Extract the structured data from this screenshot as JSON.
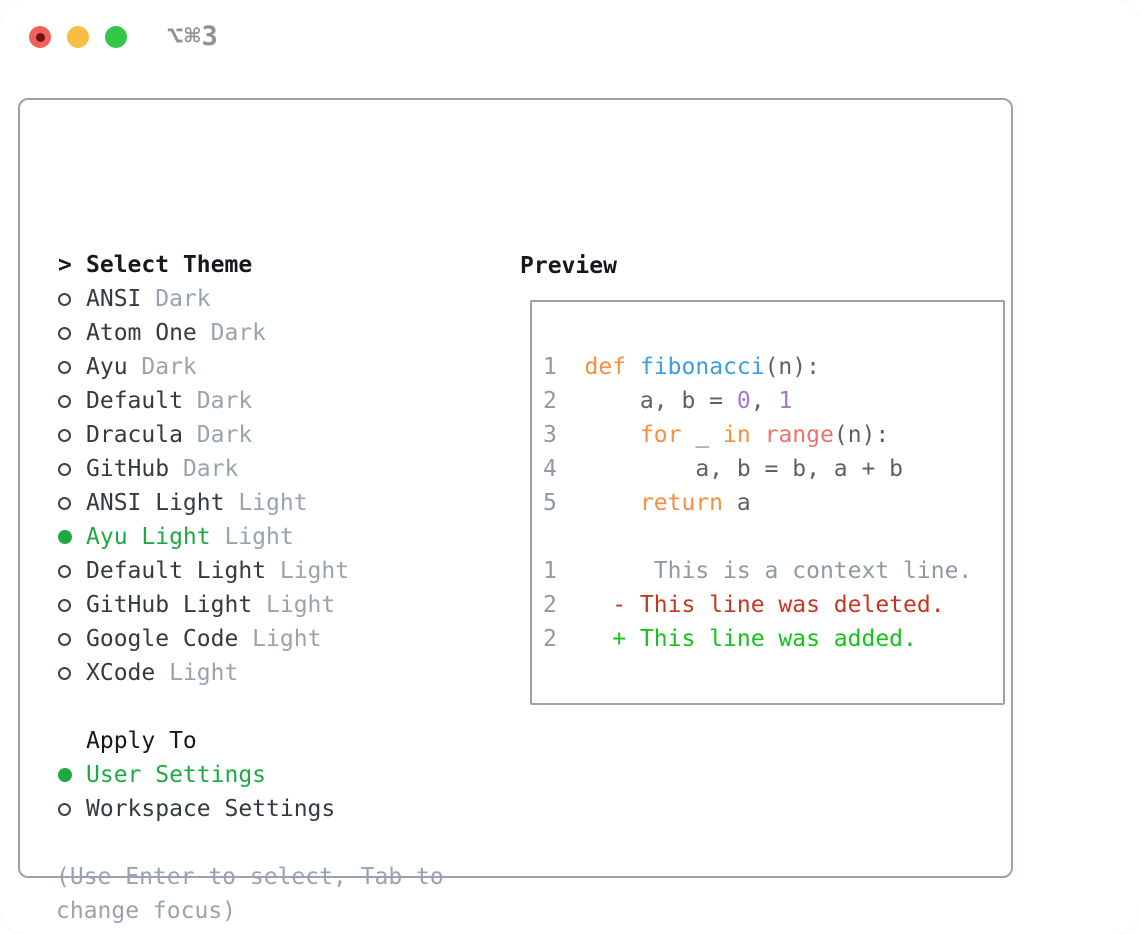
{
  "window": {
    "shortcut_label": "⌥⌘3"
  },
  "colors": {
    "accent_orange": "#fa8d3e",
    "accent_blue": "#399ee6",
    "accent_purple": "#a37acc",
    "accent_coral": "#f07171",
    "code_text": "#5c6166",
    "line_number": "#8f99a3",
    "context_gray": "#8f99a3",
    "diff_red": "#c63621",
    "diff_green": "#12c518",
    "selected_green": "#1daa44",
    "text_dark": "#343a41",
    "text_black": "#15181c",
    "muted": "#99a3ae",
    "border": "#99a2ae",
    "traffic_red": "#f4605a",
    "traffic_red_dot": "#6e1410",
    "traffic_yellow": "#f8bd45",
    "traffic_green": "#32c749",
    "shortcut_gray": "#8f9196"
  },
  "theme_panel": {
    "title_prefix": ">",
    "title": "Select Theme",
    "themes": [
      {
        "name": "ANSI",
        "tag": "Dark",
        "selected": false
      },
      {
        "name": "Atom One",
        "tag": "Dark",
        "selected": false
      },
      {
        "name": "Ayu",
        "tag": "Dark",
        "selected": false
      },
      {
        "name": "Default",
        "tag": "Dark",
        "selected": false
      },
      {
        "name": "Dracula",
        "tag": "Dark",
        "selected": false
      },
      {
        "name": "GitHub",
        "tag": "Dark",
        "selected": false
      },
      {
        "name": "ANSI Light",
        "tag": "Light",
        "selected": false
      },
      {
        "name": "Ayu Light",
        "tag": "Light",
        "selected": true
      },
      {
        "name": "Default Light",
        "tag": "Light",
        "selected": false
      },
      {
        "name": "GitHub Light",
        "tag": "Light",
        "selected": false
      },
      {
        "name": "Google Code",
        "tag": "Light",
        "selected": false
      },
      {
        "name": "XCode",
        "tag": "Light",
        "selected": false
      }
    ],
    "apply_to": {
      "title": "Apply To",
      "options": [
        {
          "name": "User Settings",
          "selected": true
        },
        {
          "name": "Workspace Settings",
          "selected": false
        }
      ]
    },
    "help_lines": [
      "(Use Enter to select, Tab to",
      "change focus)"
    ]
  },
  "preview": {
    "title": "Preview",
    "code_lines": [
      [
        [
          "ln",
          "1  "
        ],
        [
          "kw",
          "def"
        ],
        [
          "plain",
          " "
        ],
        [
          "fn",
          "fibonacci"
        ],
        [
          "plain",
          "(n):"
        ]
      ],
      [
        [
          "ln",
          "2  "
        ],
        [
          "plain",
          "    a, b = "
        ],
        [
          "num",
          "0"
        ],
        [
          "plain",
          ", "
        ],
        [
          "num",
          "1"
        ]
      ],
      [
        [
          "ln",
          "3  "
        ],
        [
          "plain",
          "    "
        ],
        [
          "kw",
          "for"
        ],
        [
          "plain",
          " _ "
        ],
        [
          "kw",
          "in"
        ],
        [
          "plain",
          " "
        ],
        [
          "call",
          "range"
        ],
        [
          "plain",
          "(n):"
        ]
      ],
      [
        [
          "ln",
          "4  "
        ],
        [
          "plain",
          "        a, b = b, a + b"
        ]
      ],
      [
        [
          "ln",
          "5  "
        ],
        [
          "plain",
          "    "
        ],
        [
          "kw",
          "return"
        ],
        [
          "plain",
          " a"
        ]
      ],
      [],
      [
        [
          "ln",
          "1  "
        ],
        [
          "ctx",
          "     This is a context line."
        ]
      ],
      [
        [
          "ln",
          "2  "
        ],
        [
          "del",
          "  - This line was deleted."
        ]
      ],
      [
        [
          "ln",
          "2  "
        ],
        [
          "add",
          "  + This line was added."
        ]
      ]
    ]
  }
}
